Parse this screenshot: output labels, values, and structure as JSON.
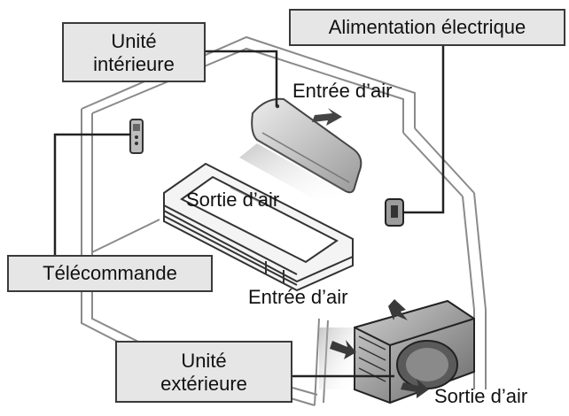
{
  "labels": {
    "unite_interieure": [
      "Unité",
      "intérieure"
    ],
    "alimentation": "Alimentation électrique",
    "telecommande": "Télécommande",
    "unite_exterieure": [
      "Unité",
      "extérieure"
    ],
    "entree_air_top": "Entrée d’air",
    "sortie_air_mid": "Sortie d’air",
    "entree_air_mid": "Entrée d’air",
    "sortie_air_bottom": "Sortie d’air"
  }
}
